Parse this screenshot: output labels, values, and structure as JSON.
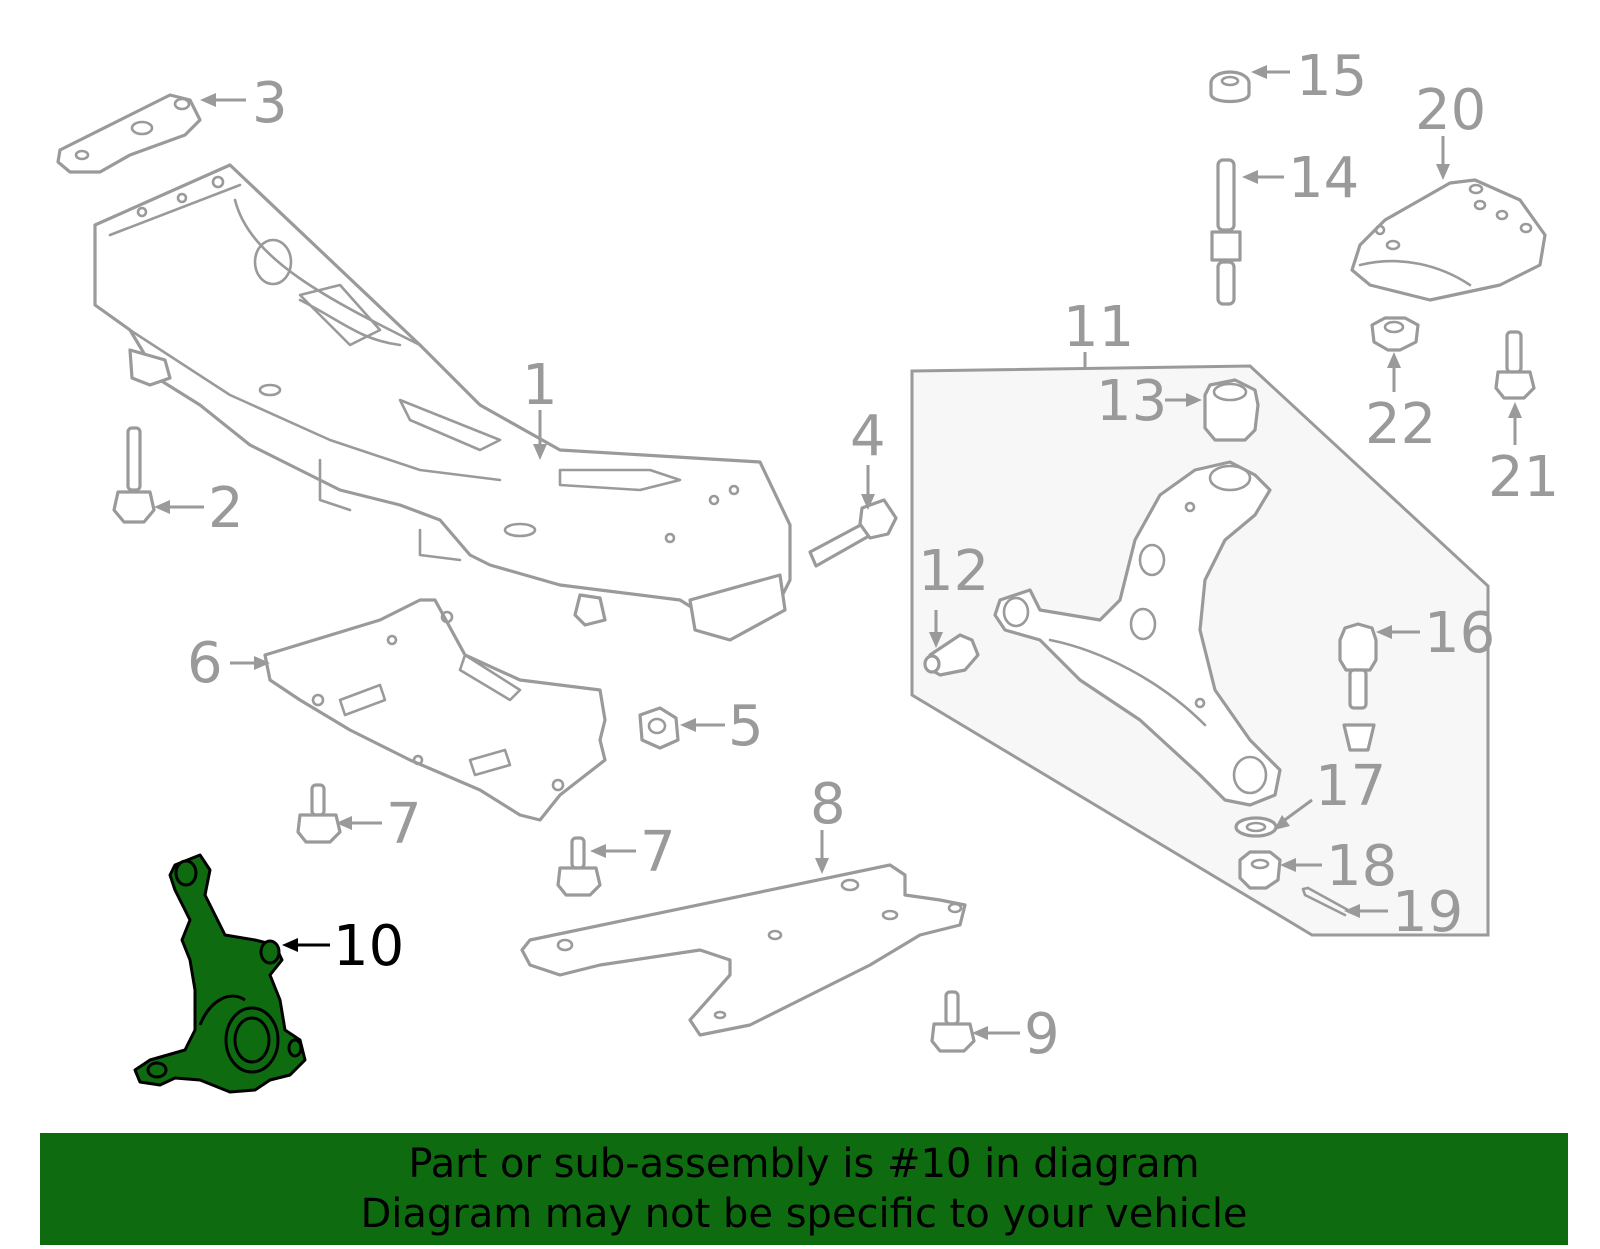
{
  "callouts": {
    "c1": "1",
    "c2": "2",
    "c3": "3",
    "c4": "4",
    "c5": "5",
    "c6": "6",
    "c7a": "7",
    "c7b": "7",
    "c8": "8",
    "c9": "9",
    "c10": "10",
    "c11": "11",
    "c12": "12",
    "c13": "13",
    "c14": "14",
    "c15": "15",
    "c16": "16",
    "c17": "17",
    "c18": "18",
    "c19": "19",
    "c20": "20",
    "c21": "21",
    "c22": "22"
  },
  "highlight": {
    "part_number": "10",
    "color": "#0f6b0f"
  },
  "banner": {
    "line1": "Part or sub-assembly is #10 in diagram",
    "line2": "Diagram may not be specific to your vehicle",
    "background": "#0f6b0f"
  },
  "colors": {
    "line": "#9a9a9a",
    "callout_text": "#9a9a9a",
    "highlight_text": "#000000",
    "assembly_box_fill": "#f7f7f7"
  }
}
